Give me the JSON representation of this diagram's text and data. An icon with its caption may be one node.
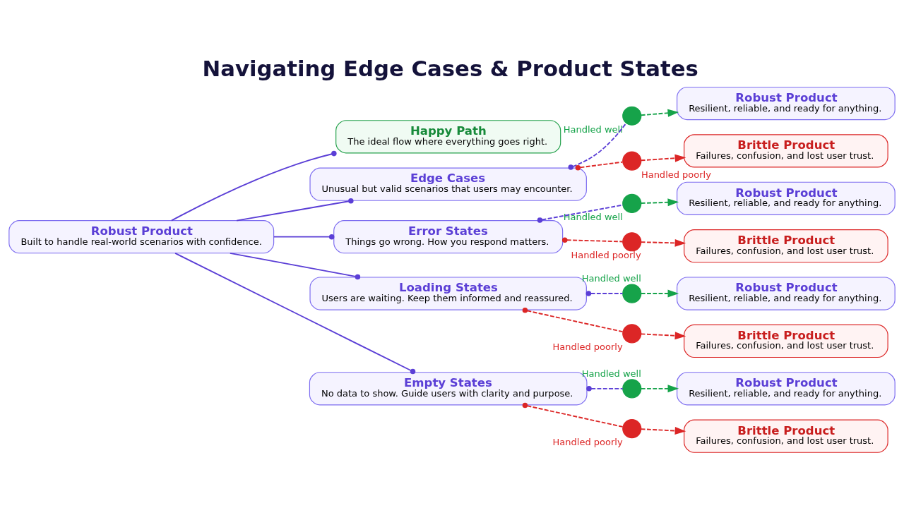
{
  "diagram": {
    "title": "Navigating Edge Cases & Product States",
    "nodes": [
      {
        "text": [
          "Robust Product",
          "Built to handle real-world scenarios with confidence."
        ]
      },
      {
        "text": [
          "Happy Path",
          "The ideal flow where everything goes right."
        ]
      },
      {
        "text": [
          "Edge Cases",
          "Unusual but valid scenarios that users may encounter."
        ]
      },
      {
        "text": [
          "Error States",
          "Things go wrong. How you respond matters."
        ]
      },
      {
        "text": [
          "Loading States",
          "Users are waiting. Keep them informed and reassured."
        ]
      },
      {
        "text": [
          "Empty States",
          "No data to show. Guide users with clarity and purpose."
        ]
      },
      {
        "text": [],
        "shape": "circle",
        "beside": [
          "Handled well"
        ]
      },
      {
        "text": [],
        "shape": "circle",
        "beside": [
          "Handled poorly"
        ]
      },
      {
        "text": [
          "Robust Product",
          "Resilient, reliable, and ready for anything."
        ]
      },
      {
        "text": [
          "Brittle Product",
          "Failures, confusion, and lost user trust."
        ]
      },
      {
        "text": [],
        "shape": "circle",
        "beside": [
          "Handled well"
        ]
      },
      {
        "text": [],
        "shape": "circle",
        "beside": [
          "Handled poorly"
        ]
      },
      {
        "text": [
          "Robust Product",
          "Resilient, reliable, and ready for anything."
        ]
      },
      {
        "text": [
          "Brittle Product",
          "Failures, confusion, and lost user trust."
        ]
      },
      {
        "text": [],
        "shape": "circle",
        "beside": [
          "Handled well"
        ]
      },
      {
        "text": [],
        "shape": "circle",
        "beside": [
          "Handled poorly"
        ]
      },
      {
        "text": [
          "Robust Product",
          "Resilient, reliable, and ready for anything."
        ]
      },
      {
        "text": [
          "Brittle Product",
          "Failures, confusion, and lost user trust."
        ]
      },
      {
        "text": [],
        "shape": "circle",
        "beside": [
          "Handled well"
        ]
      },
      {
        "text": [],
        "shape": "circle",
        "beside": [
          "Handled poorly"
        ]
      },
      {
        "text": [
          "Robust Product",
          "Resilient, reliable, and ready for anything."
        ]
      },
      {
        "text": [
          "Brittle Product",
          "Failures, confusion, and lost user trust."
        ]
      }
    ],
    "edges": [
      {
        "from": 0,
        "to": 1,
        "arrow": "other"
      },
      {
        "from": 0,
        "to": 2,
        "arrow": "other"
      },
      {
        "from": 0,
        "to": 3,
        "arrow": "other"
      },
      {
        "from": 0,
        "to": 4,
        "arrow": "other"
      },
      {
        "from": 0,
        "to": 5,
        "arrow": "other"
      },
      {
        "from": 2,
        "to": 6,
        "arrow": "other",
        "style": "dashed"
      },
      {
        "from": 2,
        "to": 7,
        "arrow": "other",
        "style": "dashed",
        "color": "#dc2626"
      },
      {
        "from": 6,
        "to": 8,
        "arrow": "to",
        "style": "dashed",
        "color": "#16a34a"
      },
      {
        "from": 7,
        "to": 9,
        "arrow": "to",
        "style": "dashed",
        "color": "#dc2626"
      },
      {
        "from": 3,
        "to": 10,
        "arrow": "other",
        "style": "dashed"
      },
      {
        "from": 3,
        "to": 11,
        "arrow": "other",
        "style": "dashed",
        "color": "#dc2626"
      },
      {
        "from": 10,
        "to": 12,
        "arrow": "to",
        "style": "dashed",
        "color": "#16a34a"
      },
      {
        "from": 11,
        "to": 13,
        "arrow": "to",
        "style": "dashed",
        "color": "#dc2626"
      },
      {
        "from": 4,
        "to": 14,
        "arrow": "other",
        "style": "dashed"
      },
      {
        "from": 4,
        "to": 15,
        "arrow": "other",
        "style": "dashed",
        "color": "#dc2626"
      },
      {
        "from": 14,
        "to": 16,
        "arrow": "to",
        "style": "dashed",
        "color": "#16a34a"
      },
      {
        "from": 15,
        "to": 17,
        "arrow": "to",
        "style": "dashed",
        "color": "#dc2626"
      },
      {
        "from": 5,
        "to": 18,
        "arrow": "other",
        "style": "dashed"
      },
      {
        "from": 5,
        "to": 19,
        "arrow": "other",
        "style": "dashed",
        "color": "#dc2626"
      },
      {
        "from": 18,
        "to": 20,
        "arrow": "to",
        "style": "dashed",
        "color": "#16a34a"
      },
      {
        "from": 19,
        "to": 21,
        "arrow": "to",
        "style": "dashed",
        "color": "#dc2626"
      }
    ]
  }
}
